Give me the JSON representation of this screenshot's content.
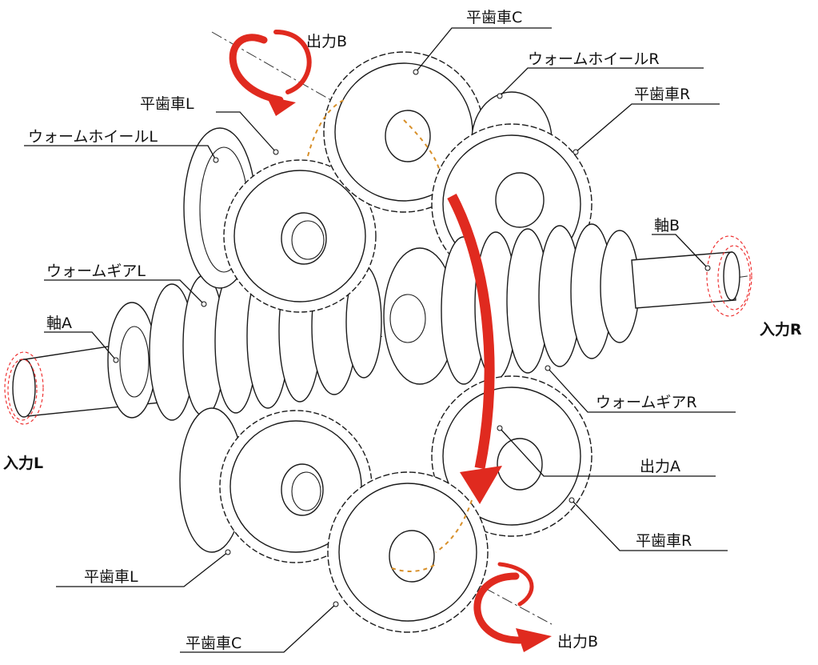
{
  "colors": {
    "arrow_red": "#e02a1f",
    "line": "#1a1a1a",
    "bearing_orange": "#d8902a",
    "input_dash_red": "#e33333"
  },
  "labels": {
    "output_b_top": "出力B",
    "spur_gear_c_top": "平歯車C",
    "worm_wheel_r": "ウォームホイールR",
    "spur_gear_r_top": "平歯車R",
    "spur_gear_l_top": "平歯車L",
    "worm_wheel_l": "ウォームホイールL",
    "shaft_b": "軸B",
    "input_r": "入力R",
    "worm_gear_l": "ウォームギアL",
    "shaft_a": "軸A",
    "worm_gear_r": "ウォームギアR",
    "input_l": "入力L",
    "output_a": "出力A",
    "spur_gear_r_bottom": "平歯車R",
    "spur_gear_l_bottom": "平歯車L",
    "spur_gear_c_bottom": "平歯車C",
    "output_b_bottom": "出力B"
  }
}
